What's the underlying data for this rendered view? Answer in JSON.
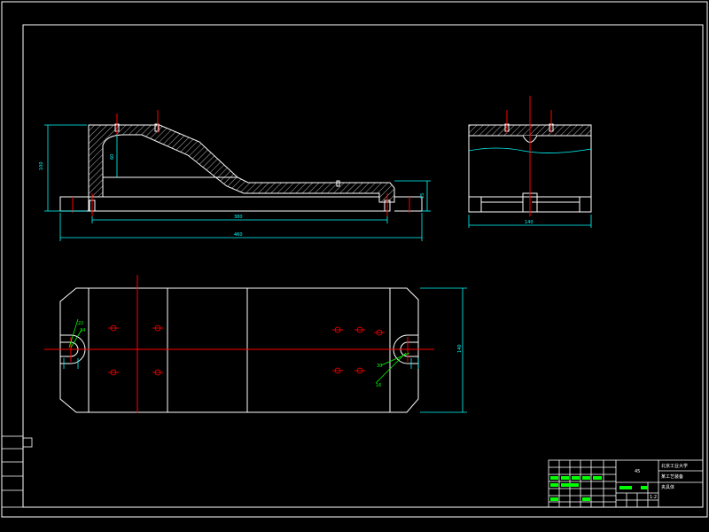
{
  "colors": {
    "background": "#000000",
    "outline": "#ffffff",
    "dimension": "#00ffff",
    "centerline": "#ff0000",
    "leader": "#00ff00",
    "title_text": "#ffff00"
  },
  "icons": {
    "hole": "circle-with-cross-icon",
    "slot": "u-slot-icon"
  },
  "dimensions": {
    "front_overall_length": "460",
    "front_inner_length": "380",
    "front_height": "100",
    "front_step_height": "60",
    "front_right_height": "15",
    "side_width": "140",
    "plan_height": "140",
    "plan_slot_a": "22",
    "plan_slot_b": "34",
    "plan_slot_c": "30",
    "plan_slot_d": "16"
  },
  "title_block": {
    "school": "北京工业大学",
    "part_name": "某工艺装备",
    "drawing_name": "夹具体",
    "material": "45",
    "scale": "1:2"
  }
}
